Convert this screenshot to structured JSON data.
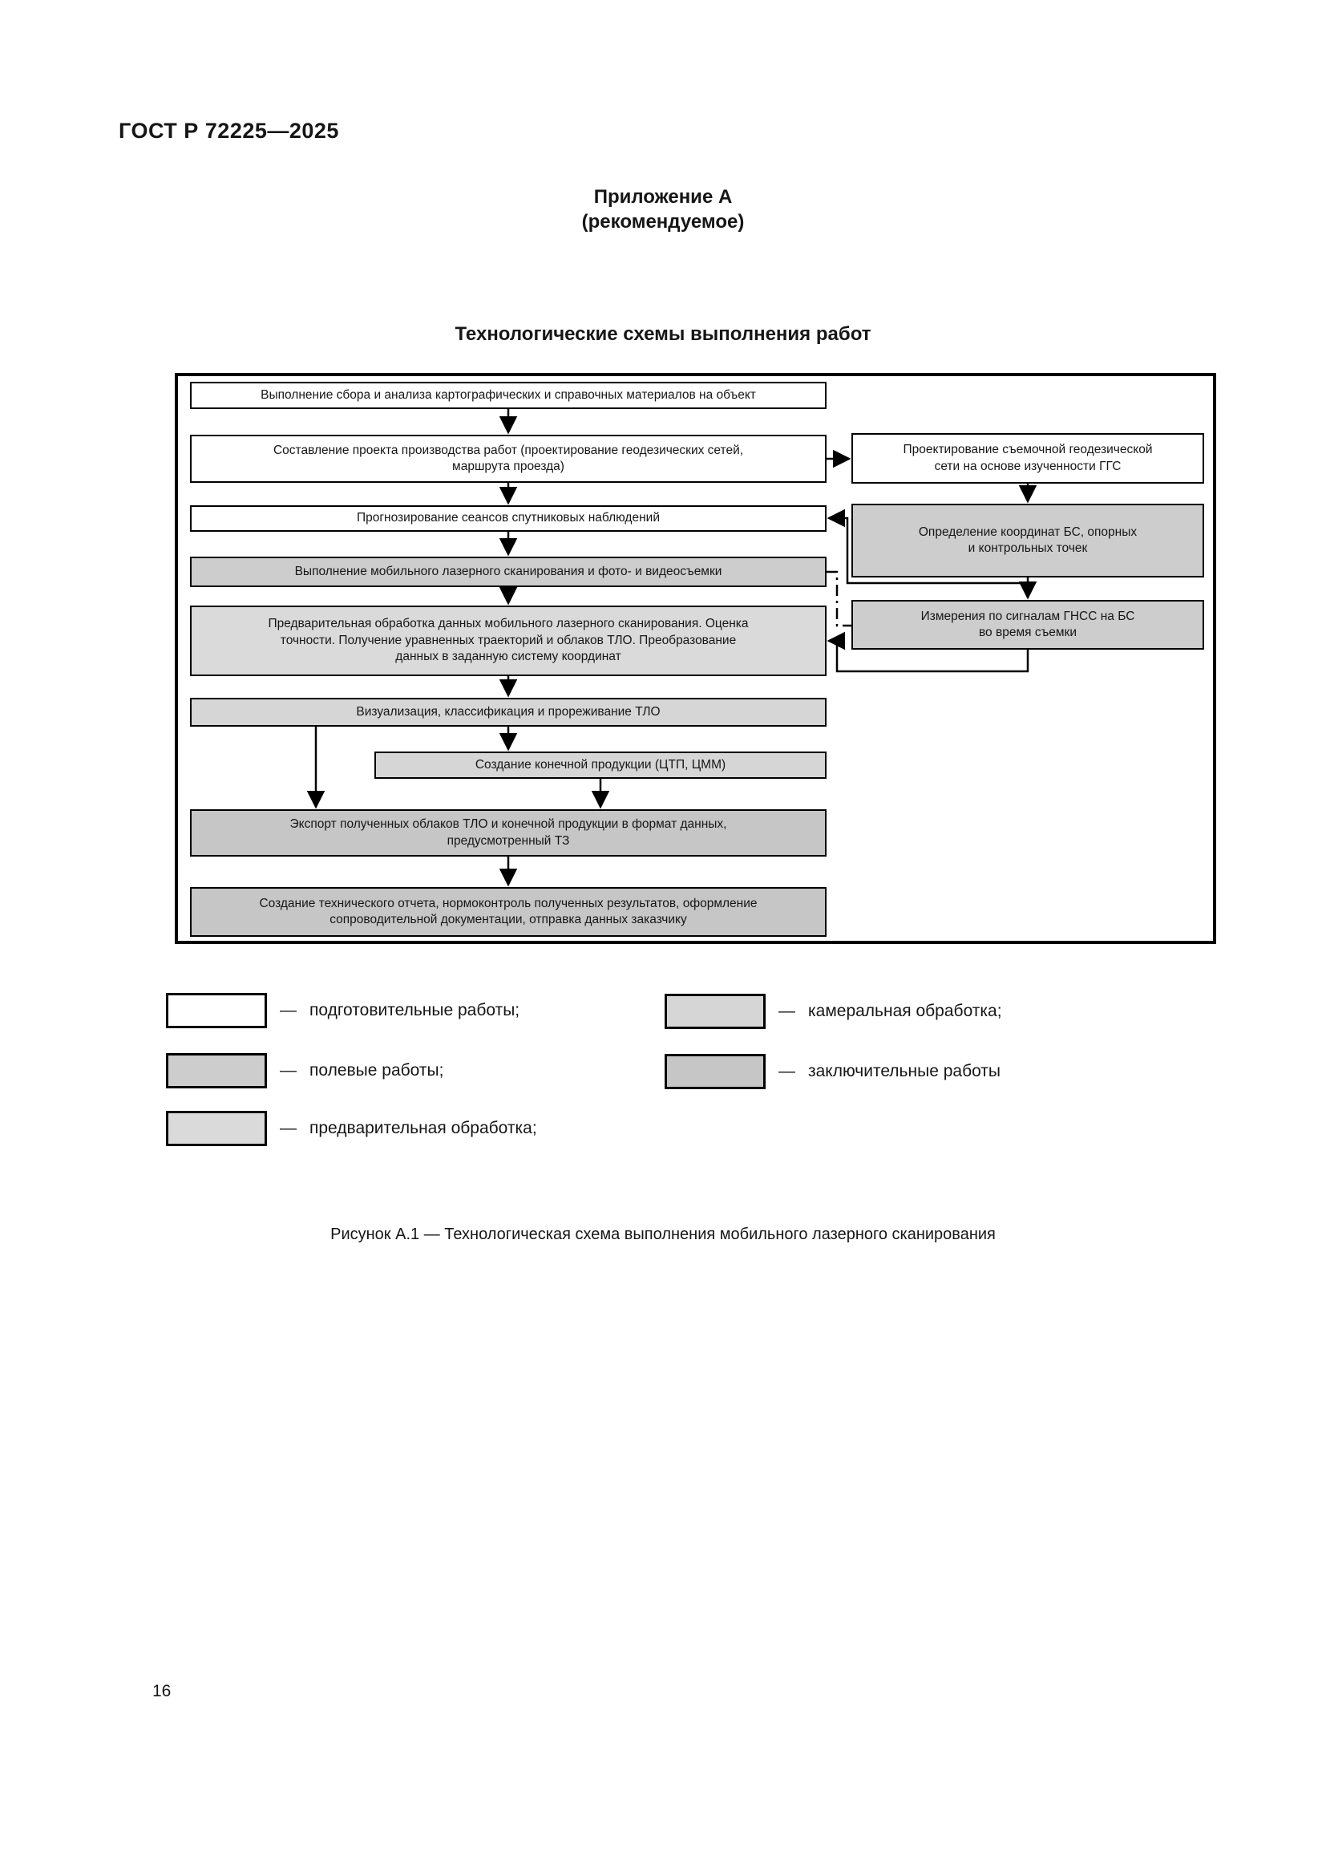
{
  "page": {
    "doc_code": "ГОСТ Р 72225—2025",
    "appendix_label": "Приложение А",
    "appendix_note": "(рекомендуемое)",
    "diagram_title": "Технологические схемы выполнения работ",
    "figure_caption": "Рисунок А.1 — Технологическая схема выполнения мобильного лазерного сканирования",
    "page_number": "16"
  },
  "flowchart": {
    "main_column": [
      {
        "id": "collect",
        "stage": "preparatory",
        "label": "Выполнение сбора и анализа картографических и справочных материалов на объект"
      },
      {
        "id": "project",
        "stage": "preparatory",
        "label": "Составление проекта производства работ (проектирование геодезических сетей,\nмаршрута проезда)"
      },
      {
        "id": "forecast",
        "stage": "preparatory",
        "label": "Прогнозирование сеансов спутниковых наблюдений"
      },
      {
        "id": "scanning",
        "stage": "field",
        "label": "Выполнение мобильного лазерного сканирования и фото- и видеосъемки"
      },
      {
        "id": "preprocessing",
        "stage": "preprocessing",
        "label": "Предварительная обработка данных мобильного лазерного сканирования. Оценка\nточности. Получение уравненных траекторий и облаков ТЛО. Преобразование\nданных в заданную систему координат"
      },
      {
        "id": "visualization",
        "stage": "office",
        "label": "Визуализация, классификация и прореживание ТЛО"
      },
      {
        "id": "final-products",
        "stage": "office",
        "label": "Создание конечной продукции (ЦТП, ЦММ)"
      },
      {
        "id": "export",
        "stage": "final",
        "label": "Экспорт полученных облаков ТЛО и конечной продукции в формат данных,\nпредусмотренный ТЗ"
      },
      {
        "id": "report",
        "stage": "final",
        "label": "Создание технического отчета, нормоконтроль полученных результатов, оформление\nсопроводительной документации, отправка данных заказчику"
      }
    ],
    "side_column": [
      {
        "id": "network-design",
        "stage": "preparatory",
        "label": "Проектирование съемочной геодезической\nсети на основе изученности ГГС"
      },
      {
        "id": "base-coordinates",
        "stage": "field",
        "label": "Определение координат БС, опорных\nи контрольных точек"
      },
      {
        "id": "gnss-measurements",
        "stage": "field",
        "label": "Измерения по сигналам ГНСС на БС\nво время съемки"
      }
    ],
    "legend": {
      "dash": "—",
      "items": [
        {
          "stage": "preparatory",
          "label": "подготовительные работы;"
        },
        {
          "stage": "field",
          "label": "полевые работы;"
        },
        {
          "stage": "preprocessing",
          "label": "предварительная обработка;"
        },
        {
          "stage": "office",
          "label": "камеральная обработка;"
        },
        {
          "stage": "final",
          "label": "заключительные работы"
        }
      ]
    },
    "colors": {
      "preparatory": "#ffffff",
      "field": "#cdcdcd",
      "preprocessing": "#dadada",
      "office": "#d6d6d6",
      "final": "#c6c6c6",
      "line": "#000000"
    }
  }
}
